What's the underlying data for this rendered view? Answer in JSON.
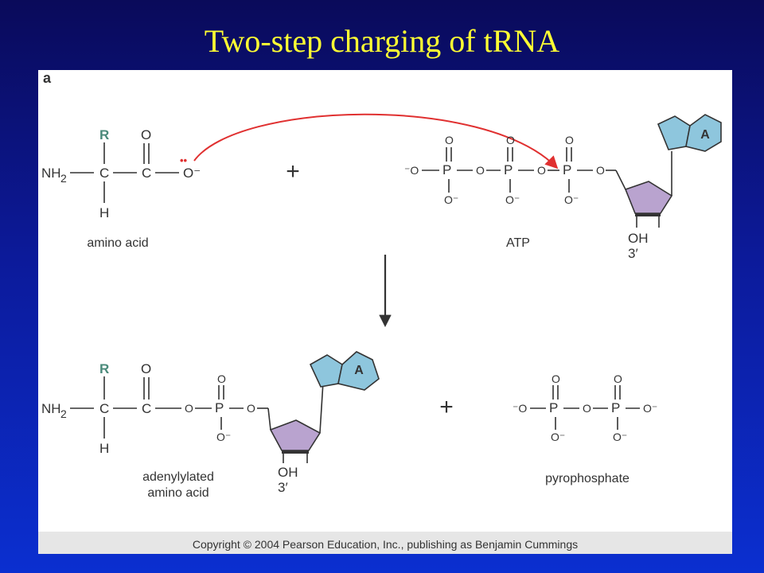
{
  "title": "Two-step charging of tRNA",
  "panel_letter": "a",
  "labels": {
    "amino_acid": "amino acid",
    "atp": "ATP",
    "adenylylated_line1": "adenylylated",
    "adenylylated_line2": "amino acid",
    "pyrophosphate": "pyrophosphate"
  },
  "symbols": {
    "plus": "+",
    "adenine": "A",
    "r_group": "R",
    "oh": "OH",
    "prime3": "3′",
    "nh2": "NH",
    "sub2": "2",
    "c": "C",
    "h": "H",
    "o": "O",
    "p": "P",
    "o_minus": "O⁻",
    "minus_o": "⁻O",
    "lone_pair": "••"
  },
  "colors": {
    "background_top": "#0a0a5a",
    "background_bottom": "#0b2fd0",
    "title": "#ffff33",
    "r_group": "#4a8a7a",
    "arrow_red": "#e03030",
    "adenine_fill": "#8ec6dd",
    "ribose_fill": "#b9a3cf"
  },
  "copyright": "Copyright © 2004 Pearson Education, Inc., publishing as Benjamin Cummings"
}
